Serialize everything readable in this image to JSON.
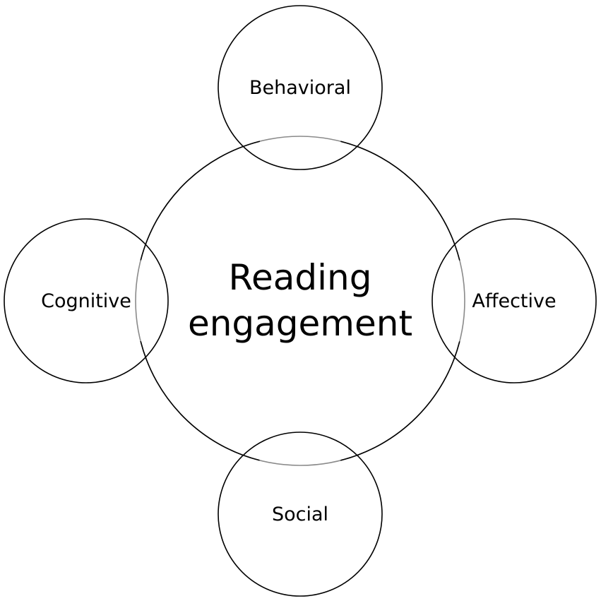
{
  "diagram": {
    "center": {
      "line1": "Reading",
      "line2": "engagement"
    },
    "nodes": {
      "behavioral": "Behavioral",
      "cognitive": "Cognitive",
      "affective": "Affective",
      "social": "Social"
    }
  },
  "colors": {
    "background": "#ffffff",
    "stroke": "#000000",
    "overlap_stroke": "#8a8a8a",
    "text": "#000000"
  }
}
